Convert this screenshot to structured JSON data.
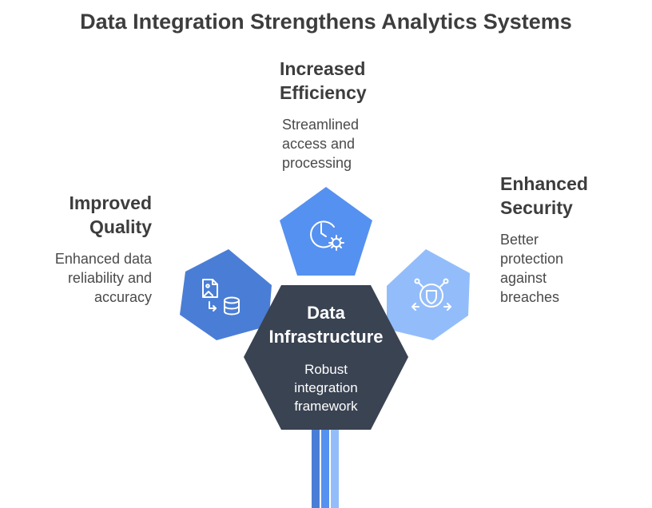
{
  "title": "Data Integration Strengthens Analytics Systems",
  "center": {
    "heading": "Data\nInfrastructure",
    "description": "Robust\nintegration\nframework"
  },
  "items": [
    {
      "heading": "Improved\nQuality",
      "description": "Enhanced data\nreliability and\naccuracy",
      "icon": "image-database-icon",
      "color": "#4a7ed6"
    },
    {
      "heading": "Increased\nEfficiency",
      "description": "Streamlined\naccess and\nprocessing",
      "icon": "clock-gear-icon",
      "color": "#5591f0"
    },
    {
      "heading": "Enhanced\nSecurity",
      "description": "Better\nprotection\nagainst\nbreaches",
      "icon": "shield-network-icon",
      "color": "#93bdfa"
    }
  ],
  "colors": {
    "center": "#3a4352",
    "text_dark": "#3d3d3d",
    "stem": [
      "#4a7ed6",
      "#5591f0",
      "#93bdfa"
    ]
  }
}
